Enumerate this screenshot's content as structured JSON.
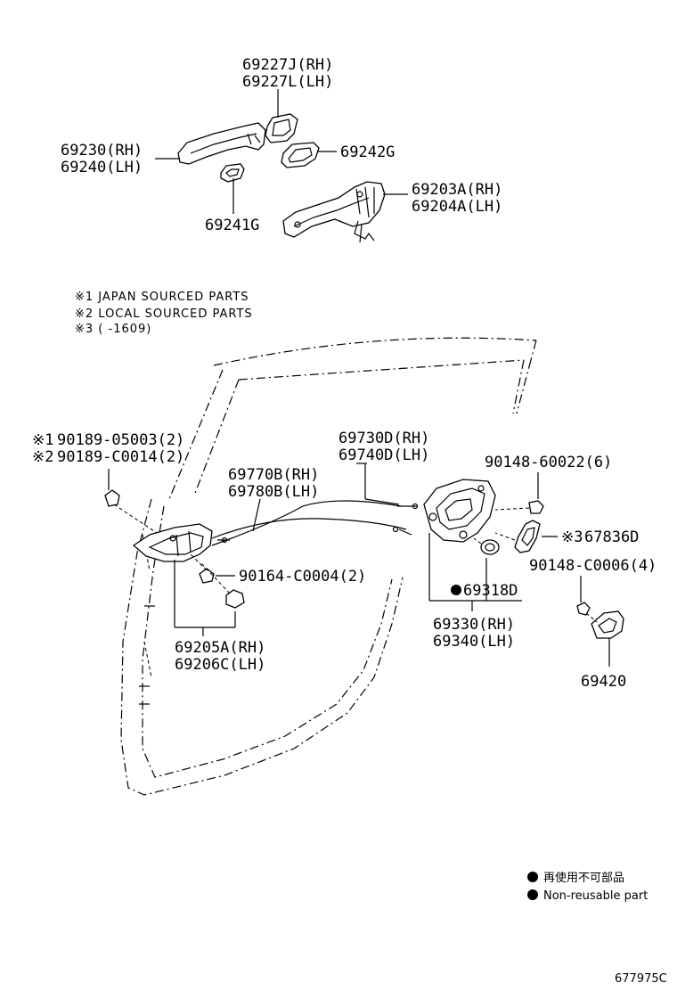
{
  "parts": {
    "p69227": {
      "line1": "69227J(RH)",
      "line2": "69227L(LH)"
    },
    "p69230": {
      "line1": "69230(RH)",
      "line2": "69240(LH)"
    },
    "p69242": {
      "line1": "69242G"
    },
    "p69241": {
      "line1": "69241G"
    },
    "p69203": {
      "line1": "69203A(RH)",
      "line2": "69204A(LH)"
    },
    "p90189": {
      "line1": "90189-05003(2)",
      "line2": "90189-C0014(2)",
      "mark1": "※1",
      "mark2": "※2"
    },
    "p69730": {
      "line1": "69730D(RH)",
      "line2": "69740D(LH)"
    },
    "p69770": {
      "line1": "69770B(RH)",
      "line2": "69780B(LH)"
    },
    "p90148a": {
      "line1": "90148-60022(6)"
    },
    "p67836": {
      "line1": "67836D",
      "mark": "※3"
    },
    "p90148b": {
      "line1": "90148-C0006(4)"
    },
    "p90164": {
      "line1": "90164-C0004(2)"
    },
    "p69318": {
      "line1": "69318D"
    },
    "p69330": {
      "line1": "69330(RH)",
      "line2": "69340(LH)"
    },
    "p69420": {
      "line1": "69420"
    },
    "p69205": {
      "line1": "69205A(RH)",
      "line2": "69206C(LH)"
    }
  },
  "notes": {
    "n1": "※1 JAPAN SOURCED PARTS",
    "n2": "※2 LOCAL SOURCED PARTS",
    "n3": "※3 (      -1609)"
  },
  "legend": {
    "jp": "再使用不可部品",
    "en": "Non-reusable part"
  },
  "figure_id": "677975C"
}
